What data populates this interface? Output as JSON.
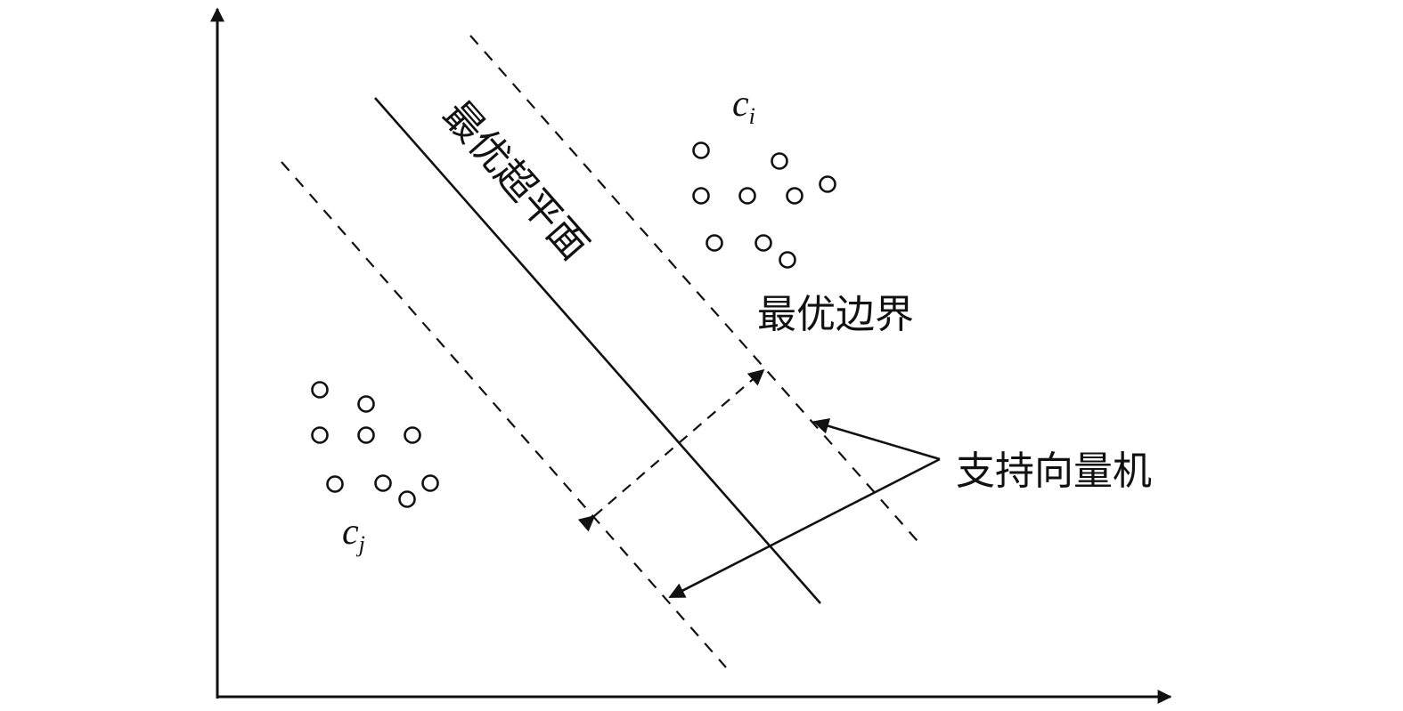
{
  "labels": {
    "hyperplane": "最优超平面",
    "margin": "最优边界",
    "support_vectors": "支持向量机"
  },
  "classes": [
    {
      "symbol": "c",
      "subscript": "i"
    },
    {
      "symbol": "c",
      "subscript": "j"
    }
  ],
  "colors": {
    "ink": "#111111",
    "background": "#ffffff"
  }
}
